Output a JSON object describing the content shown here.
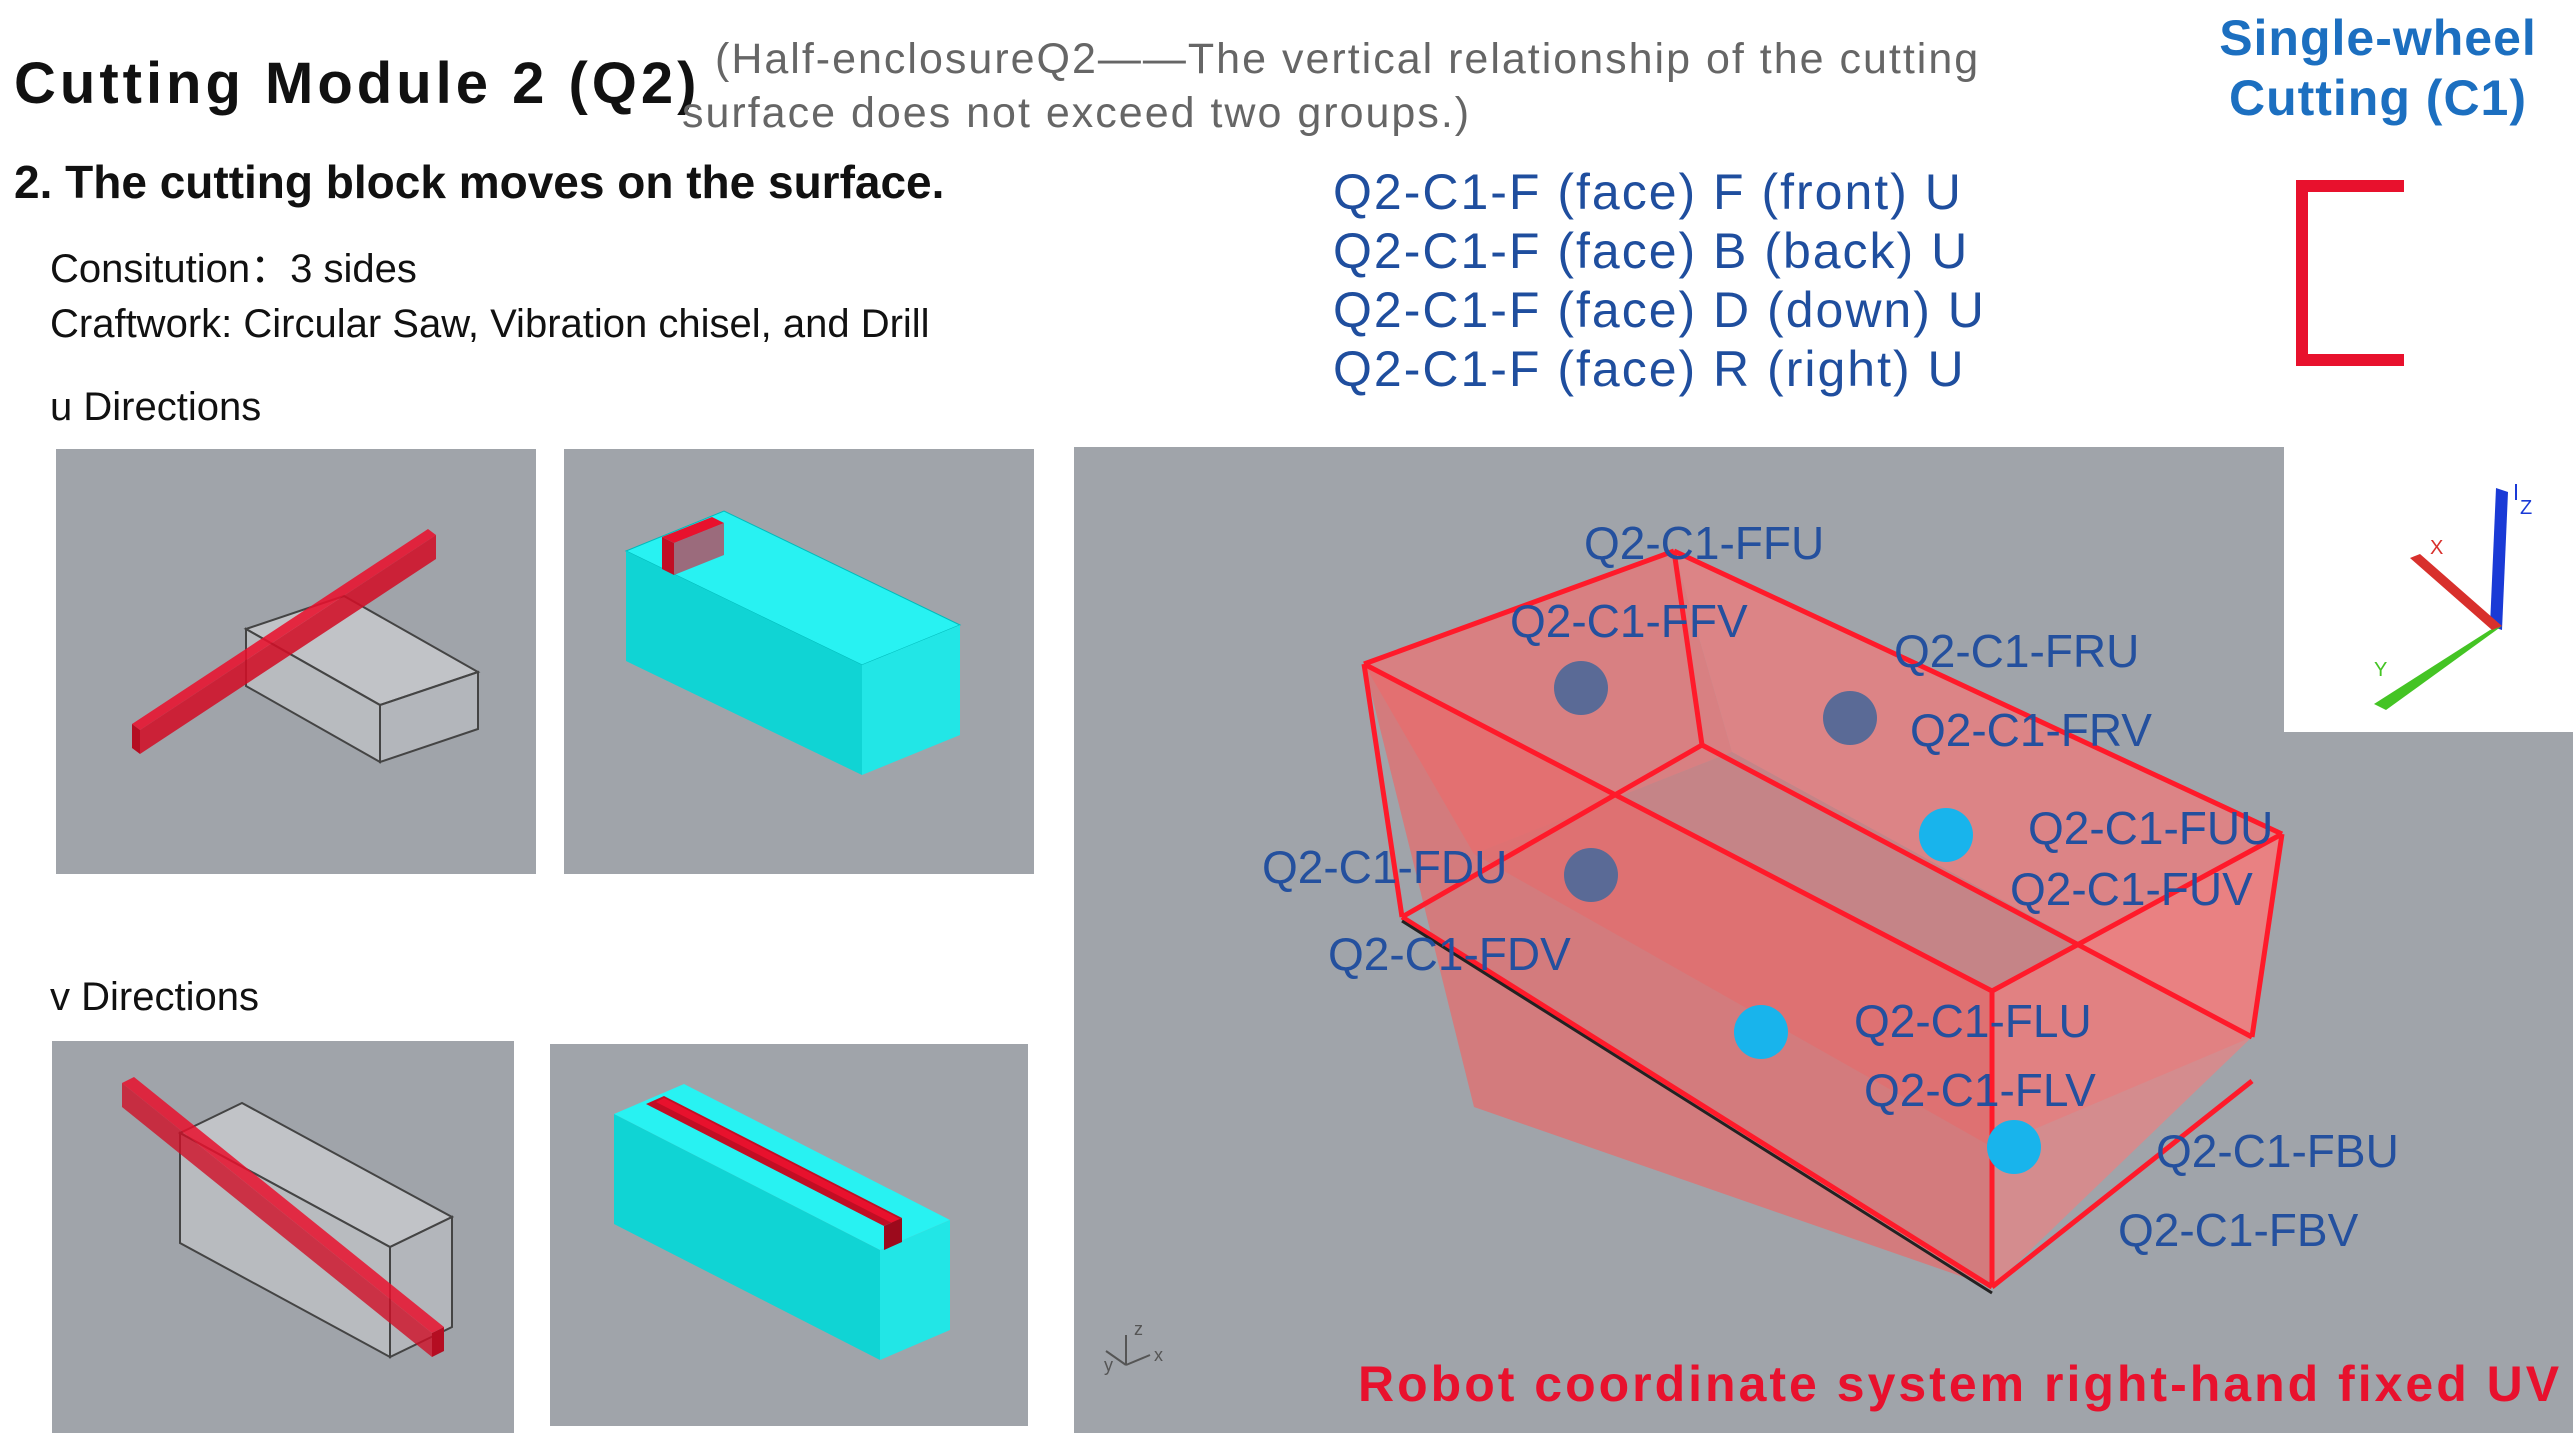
{
  "header": {
    "title": "Cutting Module 2 (Q2)",
    "subtitle_line1": "(Half-enclosureQ2——The vertical relationship of the cutting",
    "subtitle_line2": "surface does not exceed two groups.)",
    "c1_line1": "Single-wheel",
    "c1_line2": "Cutting (C1)"
  },
  "heading": "2. The cutting block moves on the surface.",
  "info": {
    "constitution": "Consitution：3 sides",
    "craftwork": "Craftwork: Circular Saw, Vibration chisel, and Drill"
  },
  "directions": {
    "u_label": "u Directions",
    "v_label": "v Directions"
  },
  "codes": [
    "Q2-C1-F (face) F (front) U",
    "Q2-C1-F (face) B (back) U",
    "Q2-C1-F (face) D (down) U",
    "Q2-C1-F (face) R (right) U"
  ],
  "diagram": {
    "labels": {
      "ffu": "Q2-C1-FFU",
      "ffv": "Q2-C1-FFV",
      "fru": "Q2-C1-FRU",
      "frv": "Q2-C1-FRV",
      "fuu": "Q2-C1-FUU",
      "fuv": "Q2-C1-FUV",
      "fdu": "Q2-C1-FDU",
      "fdv": "Q2-C1-FDV",
      "flu": "Q2-C1-FLU",
      "flv": "Q2-C1-FLV",
      "fbu": "Q2-C1-FBU",
      "fbv": "Q2-C1-FBV"
    },
    "axes": {
      "x": "X",
      "y": "Y",
      "z": "Z"
    },
    "small_axes": {
      "x": "x",
      "y": "y",
      "z": "z"
    },
    "footer": "Robot coordinate system right-hand fixed UV"
  },
  "colors": {
    "red": "#e8112d",
    "cyan": "#1ff0f0",
    "panel_gray": "#a0a4aa",
    "label_blue": "#24509e",
    "dot_dark": "#5a6a96",
    "dot_light": "#18b4ec"
  }
}
